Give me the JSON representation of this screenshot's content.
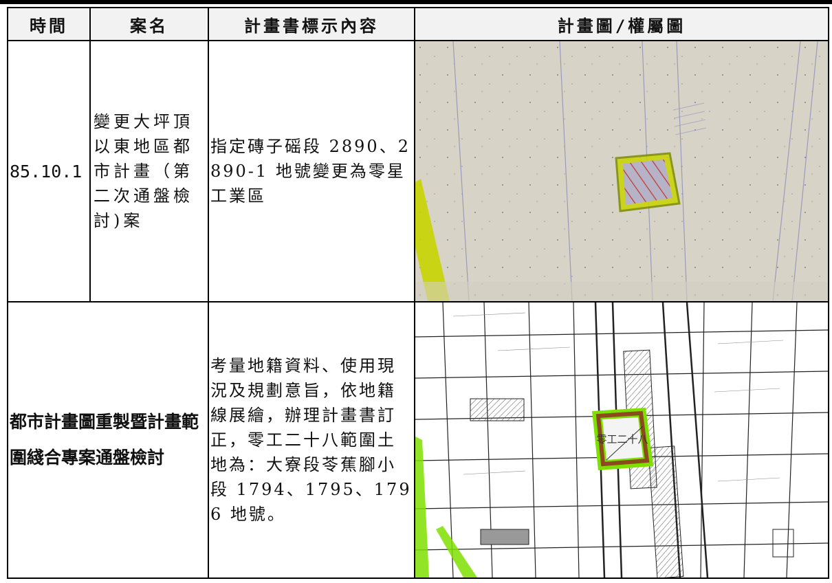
{
  "table": {
    "headers": [
      "時間",
      "案名",
      "計畫書標示內容",
      "計畫圖/權屬圖"
    ],
    "rows": [
      {
        "date": "85.10.1",
        "case_name": "變更大坪頂以東地區都市計畫（第二次通盤檢討)案",
        "content": "指定磚子磘段 2890、2890-1 地號變更為零星工業區",
        "map": "scanned-plan-map-image"
      },
      {
        "case_name": "都市計畫圖重製暨計畫範圍綫合專案通盤檢討",
        "content": "考量地籍資料、使用現況及規劃意旨，依地籍線展繪，辦理計畫書訂正，零工二十八範圍土地為：大寮段苓蕉腳小段 1794、1795、1796 地號。",
        "map": "cadastral-map-image",
        "map_label": "零工二十八"
      }
    ]
  },
  "colors": {
    "header_bg": "#f2f2f2",
    "border": "#000000",
    "highlight_yellow": "#c8d400",
    "highlight_green": "#7ee000",
    "parcel_brown": "#8a4b1f",
    "hatch_red": "#c0392b"
  }
}
